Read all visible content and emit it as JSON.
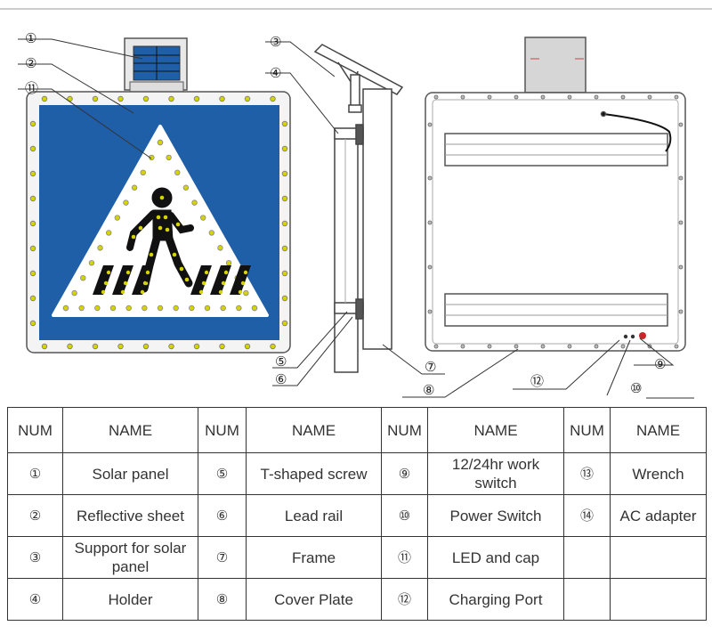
{
  "callouts": {
    "c1": "①",
    "c2": "②",
    "c3": "③",
    "c4": "④",
    "c5": "⑤",
    "c6": "⑥",
    "c7": "⑦",
    "c8": "⑧",
    "c9": "⑨",
    "c10": "⑩",
    "c11": "⑪",
    "c12": "⑫"
  },
  "colors": {
    "sign_blue": "#1f5fa8",
    "sign_white": "#ffffff",
    "led": "#d6d400",
    "figure": "#111111"
  },
  "table": {
    "headers": [
      {
        "num": "NUM",
        "name": "NAME"
      },
      {
        "num": "NUM",
        "name": "NAME"
      },
      {
        "num": "NUM",
        "name": "NAME"
      },
      {
        "num": "NUM",
        "name": "NAME"
      }
    ],
    "rows": [
      [
        {
          "num": "①",
          "name": "Solar panel"
        },
        {
          "num": "⑤",
          "name": "T-shaped screw"
        },
        {
          "num": "⑨",
          "name": "12/24hr work switch"
        },
        {
          "num": "⑬",
          "name": "Wrench"
        }
      ],
      [
        {
          "num": "②",
          "name": "Reflective sheet"
        },
        {
          "num": "⑥",
          "name": "Lead rail"
        },
        {
          "num": "⑩",
          "name": "Power Switch"
        },
        {
          "num": "⑭",
          "name": "AC adapter"
        }
      ],
      [
        {
          "num": "③",
          "name": "Support for solar panel"
        },
        {
          "num": "⑦",
          "name": "Frame"
        },
        {
          "num": "⑪",
          "name": "LED and cap"
        },
        {
          "num": "",
          "name": ""
        }
      ],
      [
        {
          "num": "④",
          "name": "Holder"
        },
        {
          "num": "⑧",
          "name": "Cover Plate"
        },
        {
          "num": "⑫",
          "name": "Charging Port"
        },
        {
          "num": "",
          "name": ""
        }
      ]
    ]
  }
}
